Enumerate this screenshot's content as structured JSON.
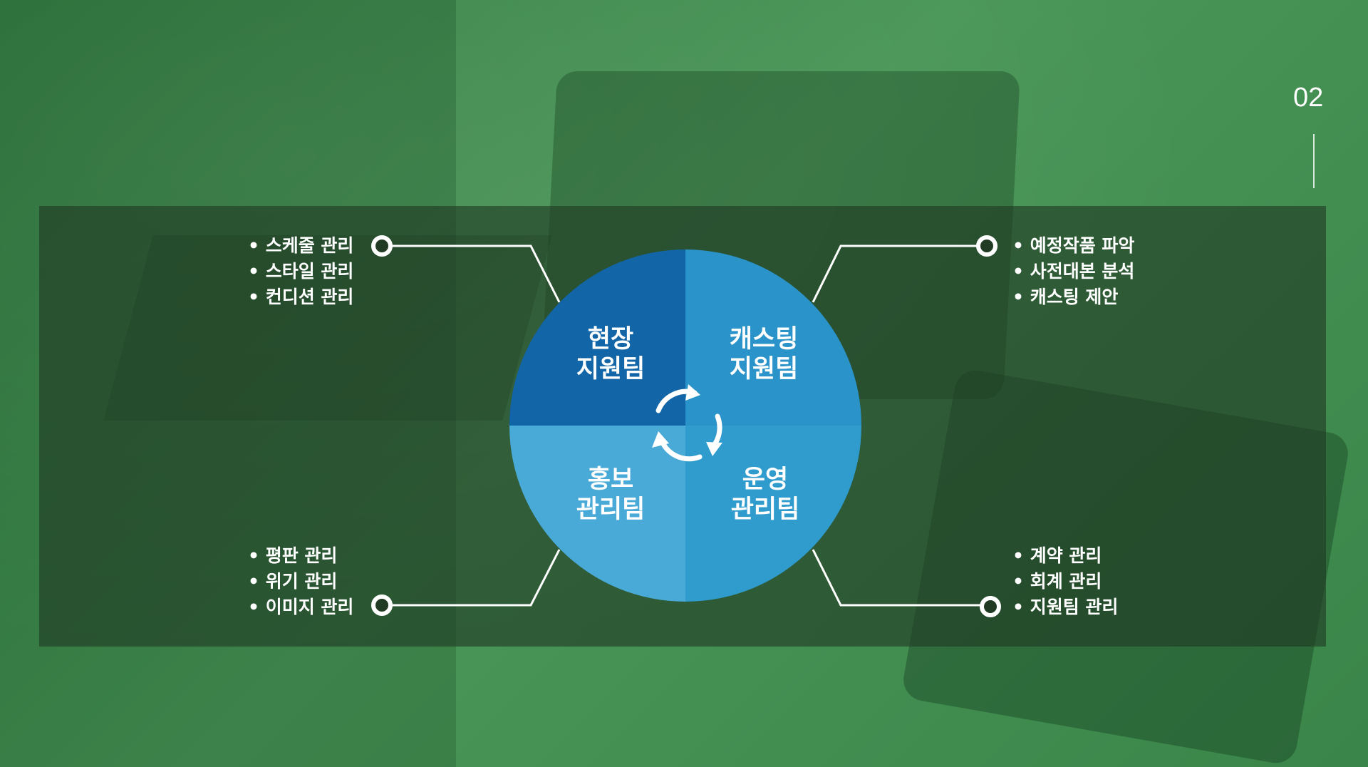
{
  "page": {
    "number": "02"
  },
  "diagram": {
    "quadrants": [
      {
        "id": "top-left",
        "line1": "현장",
        "line2": "지원팀",
        "color": "#1266a8",
        "items": [
          "스케줄 관리",
          "스타일 관리",
          "컨디션 관리"
        ]
      },
      {
        "id": "top-right",
        "line1": "캐스팅",
        "line2": "지원팀",
        "color": "#2a93c9",
        "items": [
          "예정작품 파악",
          "사전대본 분석",
          "캐스팅 제안"
        ]
      },
      {
        "id": "bottom-left",
        "line1": "홍보",
        "line2": "관리팀",
        "color": "#4aaad7",
        "items": [
          "평판 관리",
          "위기 관리",
          "이미지 관리"
        ]
      },
      {
        "id": "bottom-right",
        "line1": "운영",
        "line2": "관리팀",
        "color": "#2f9ccd",
        "items": [
          "계약 관리",
          "회계 관리",
          "지원팀 관리"
        ]
      }
    ],
    "center_icon": "cycle-arrows-icon",
    "connector_color": "#ffffff"
  }
}
